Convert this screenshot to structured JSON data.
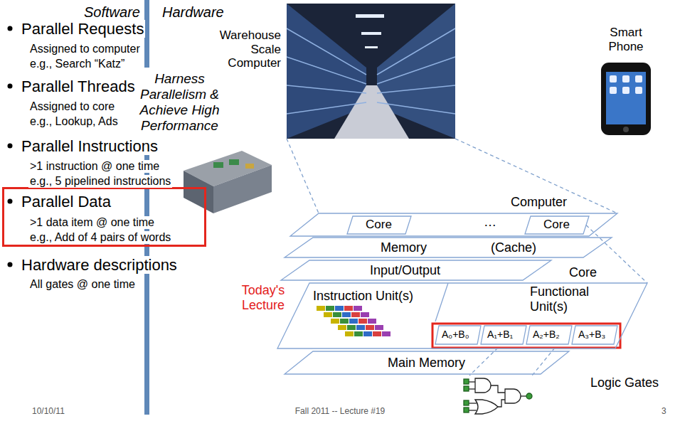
{
  "diagram": {
    "nodes": [
      {
        "text": [
          "Parallel Data",
          ">1 data item @ one time",
          "e.g., Add of 4 pairs of words"
        ]
      },
      {
        "text": [
          "Computer"
        ]
      },
      {
        "text": [
          "Core"
        ],
        "in": 1
      },
      {
        "text": [
          "Core"
        ],
        "in": 1
      },
      {
        "text": [
          "Memory",
          "(Cache)"
        ]
      },
      {
        "text": [
          "Input/Output"
        ]
      },
      {
        "text": [
          "Core",
          "Instruction Unit(s)",
          "Functional Unit(s)"
        ]
      },
      {
        "text": [
          "A₀+B₀"
        ],
        "in": 6
      },
      {
        "text": [
          "A₁+B₁"
        ],
        "in": 6
      },
      {
        "text": [
          "A₂+B₂"
        ],
        "in": 6
      },
      {
        "text": [
          "A₃+B₃"
        ],
        "in": 6
      },
      {
        "text": [
          "Main Memory"
        ]
      }
    ],
    "edges": [
      {
        "from": 3,
        "to": 6,
        "arrow": "none"
      }
    ],
    "labels": [
      "Software",
      "Hardware",
      "Parallel Requests",
      "Assigned to computer",
      "e.g., Search “Katz”",
      "Parallel Threads",
      "Assigned to core",
      "e.g., Lookup, Ads",
      "Parallel Instructions",
      ">1 instruction @ one time",
      "e.g., 5 pipelined instructions",
      "Hardware descriptions",
      "All gates @ one time",
      "Harness Parallelism & Achieve High Performance",
      "Warehouse Scale Computer",
      "Smart Phone",
      "…",
      "Today's Lecture",
      "Logic Gates",
      "10/10/11",
      "Fall 2011 -- Lecture #19",
      "3"
    ]
  }
}
